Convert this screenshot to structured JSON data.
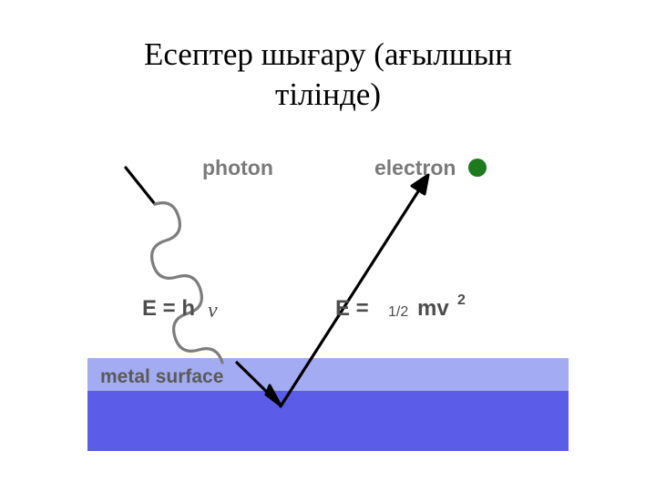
{
  "slide": {
    "title": "Есептер шығару (ағылшын\nтілінде)"
  },
  "figure": {
    "labels": {
      "photon": "photon",
      "electron": "electron",
      "metal_surface": "metal surface",
      "energy_in_prefix": "E = h",
      "energy_in_symbol": "ν",
      "energy_out_prefix": "E = ",
      "energy_out_fraction": "1/2",
      "energy_out_rest": "mv",
      "energy_out_exponent": "2"
    },
    "colors": {
      "label_gray": "#808080",
      "text_dark": "#404040",
      "electron_dot": "#1a7a1a",
      "surface_top": "#a0a8f0",
      "surface_bottom": "#5a5ae6",
      "arrow": "#000000"
    }
  }
}
